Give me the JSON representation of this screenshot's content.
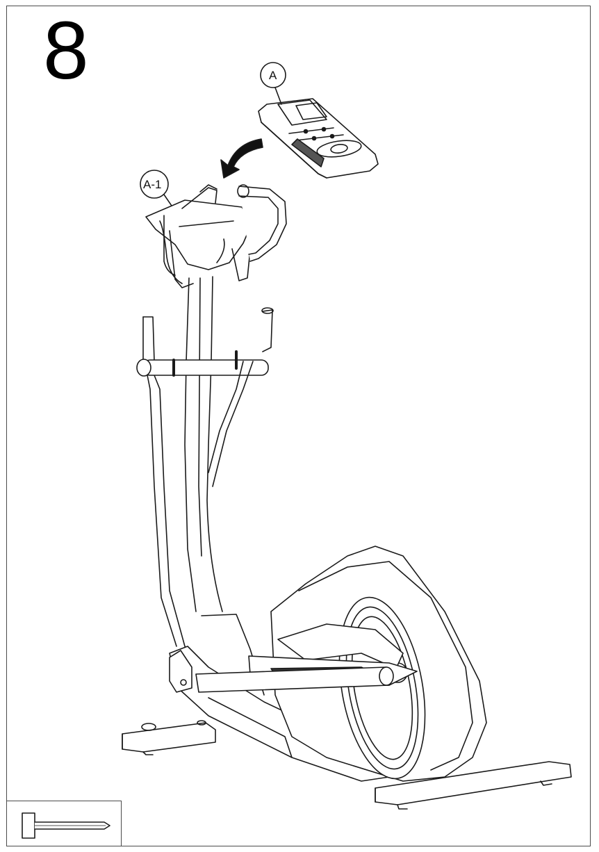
{
  "step_number": "8",
  "callouts": {
    "console": "A",
    "bracket": "A-1"
  },
  "icons": [
    "console-icon",
    "curved-arrow-icon",
    "elliptical-trainer-illustration",
    "screwdriver-icon"
  ],
  "colors": {
    "line": "#1a1a1a",
    "background": "#ffffff"
  }
}
